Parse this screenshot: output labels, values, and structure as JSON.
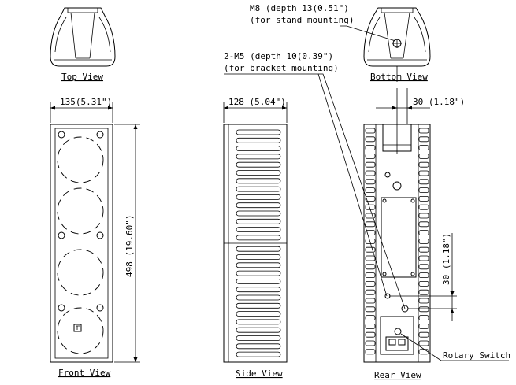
{
  "labels": {
    "m8_line1": "M8 (depth 13(0.51\")",
    "m8_line2": "(for stand mounting)",
    "m5_line1": "2-M5 (depth 10(0.39\")",
    "m5_line2": "(for bracket mounting)",
    "top_view": "Top View",
    "bottom_view": "Bottom View",
    "front_view": "Front View",
    "side_view": "Side View",
    "rear_view": "Rear View",
    "rotary_switch": "Rotary Switch"
  },
  "dimensions": {
    "front_width": "135(5.31\")",
    "side_depth": "128 (5.04\")",
    "height": "498 (19.60\")",
    "rear_offset_h": "30 (1.18\")",
    "rear_offset_v": "30 (1.18\")"
  }
}
